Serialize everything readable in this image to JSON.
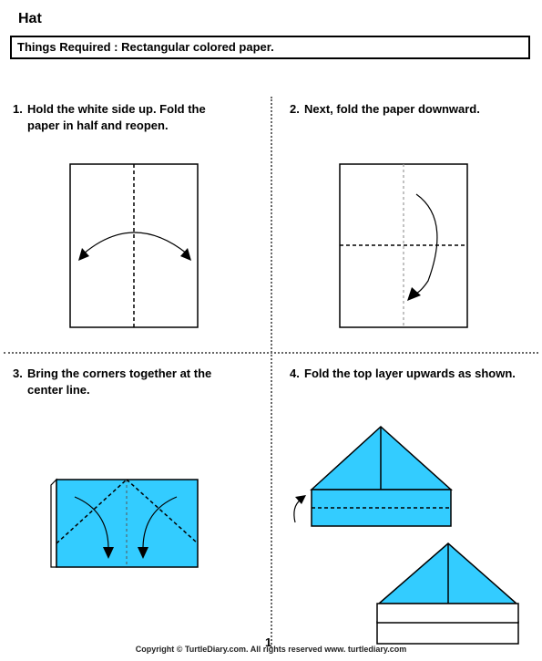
{
  "title": "Hat",
  "requirements": {
    "label": "Things Required :",
    "value": "Rectangular colored paper."
  },
  "steps": [
    {
      "number": "1.",
      "line1": "Hold the white side up. Fold the",
      "line2": "paper in half and reopen."
    },
    {
      "number": "2.",
      "line1": "Next, fold the paper downward.",
      "line2": ""
    },
    {
      "number": "3.",
      "line1": "Bring the corners together at the",
      "line2": "center line."
    },
    {
      "number": "4.",
      "line1": "Fold the top layer upwards as shown.",
      "line2": ""
    }
  ],
  "footer": {
    "copyright": "Copyright © TurtleDiary.com. All rights reserved   www. turtlediary.com",
    "page": "1"
  },
  "colors": {
    "paper_fill": "#33ccff",
    "outline": "#000000"
  }
}
